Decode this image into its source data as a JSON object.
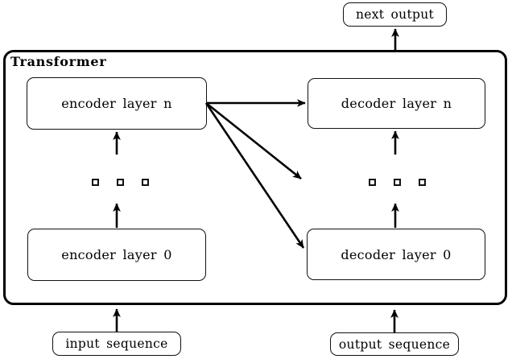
{
  "title": "Transformer",
  "nodes": {
    "next_output": {
      "label": "next output"
    },
    "encoder_layer_n": {
      "label": "encoder layer n"
    },
    "decoder_layer_n": {
      "label": "decoder layer n"
    },
    "encoder_layer_0": {
      "label": "encoder layer 0"
    },
    "decoder_layer_0": {
      "label": "decoder layer 0"
    },
    "input_sequence": {
      "label": "input sequence"
    },
    "output_sequence": {
      "label": "output sequence"
    }
  },
  "ellipsis": {
    "encoder_dots_count": 3,
    "decoder_dots_count": 3
  },
  "edges": [
    {
      "from": "input sequence",
      "to": "Transformer (bottom border, encoder side)"
    },
    {
      "from": "encoder layer 0",
      "to": "encoder ellipsis dots"
    },
    {
      "from": "encoder ellipsis dots",
      "to": "encoder layer n"
    },
    {
      "from": "output sequence",
      "to": "Transformer (bottom border, decoder side)"
    },
    {
      "from": "decoder layer 0",
      "to": "decoder ellipsis dots"
    },
    {
      "from": "decoder ellipsis dots",
      "to": "decoder layer n"
    },
    {
      "from": "Transformer (top border, decoder side)",
      "to": "next output"
    },
    {
      "from": "encoder layer n",
      "to": "decoder layer n"
    },
    {
      "from": "encoder layer n",
      "to": "decoder ellipsis dots"
    },
    {
      "from": "encoder layer n",
      "to": "decoder layer 0"
    }
  ],
  "colors": {
    "line": "#000000",
    "box_border": "#111111",
    "background": "#ffffff"
  }
}
